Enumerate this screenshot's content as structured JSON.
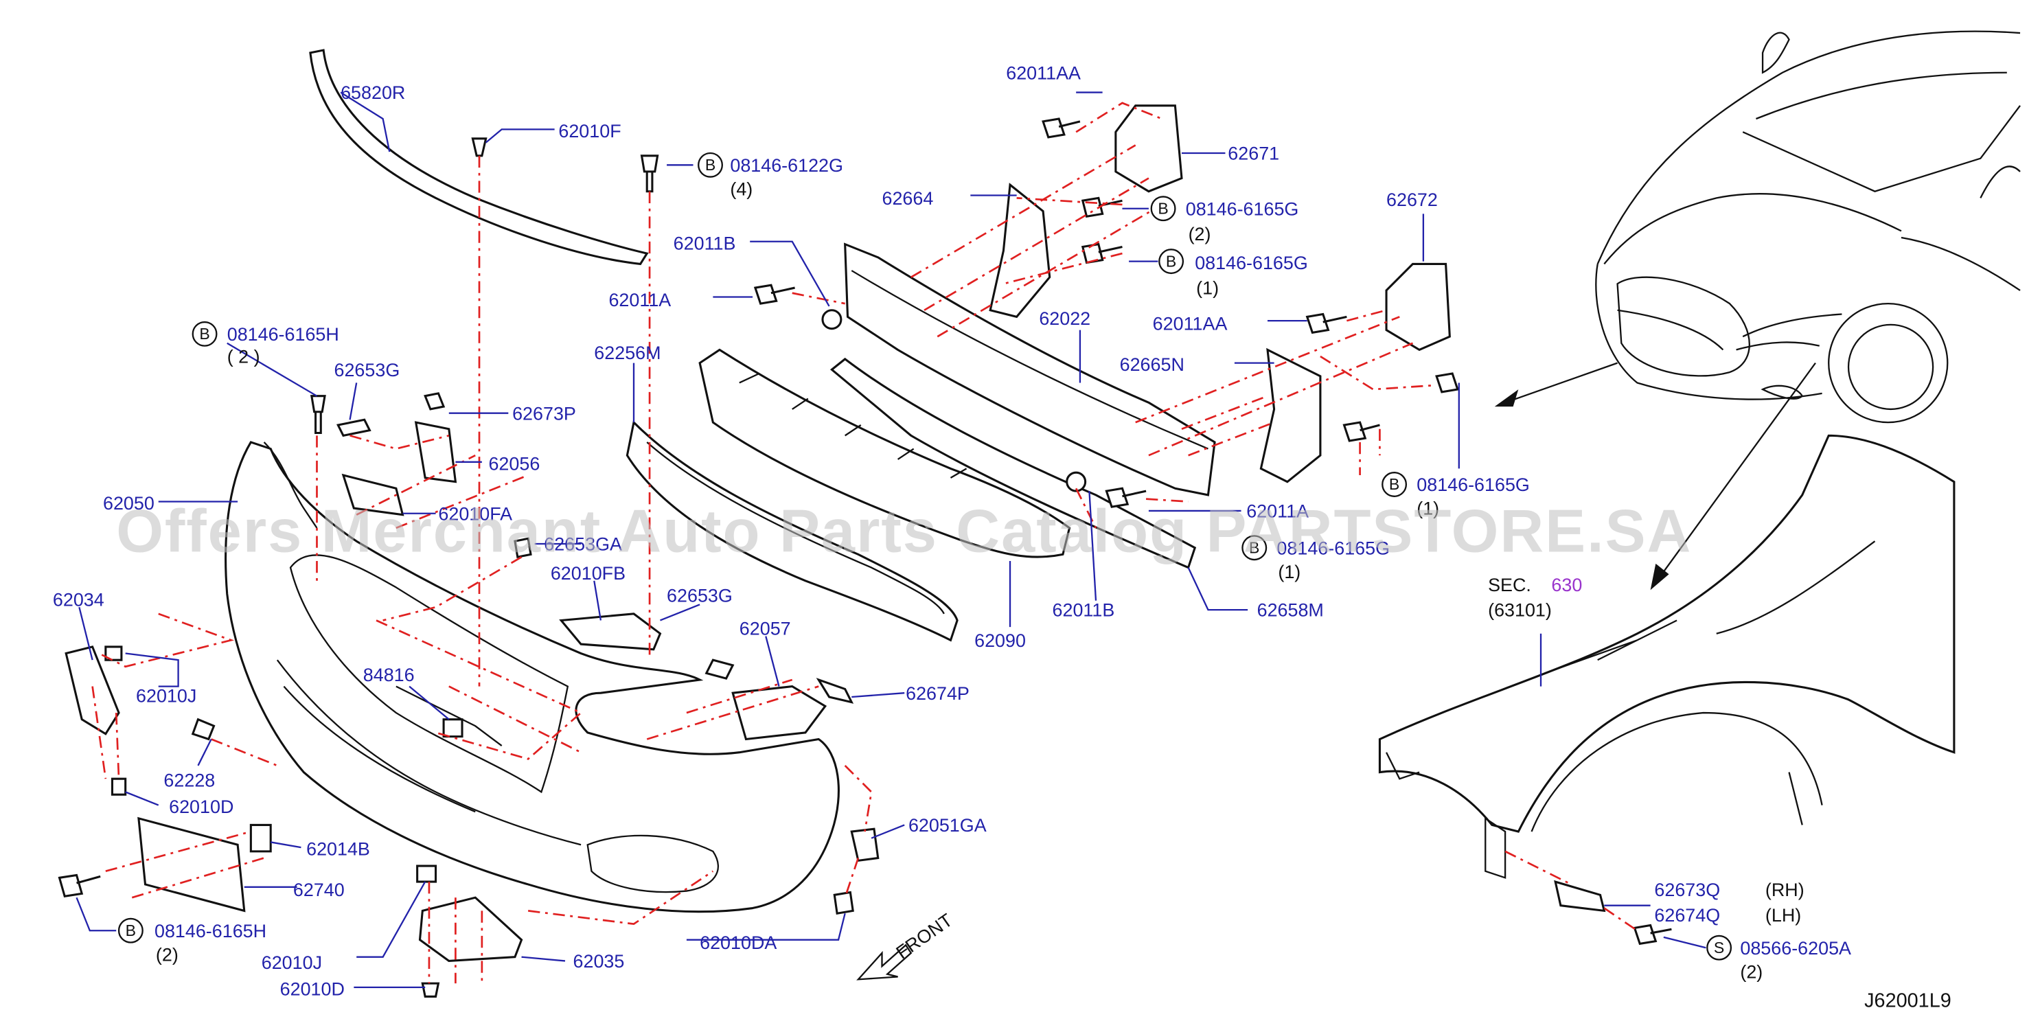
{
  "watermark": "Offers Merchant Auto Parts Catalog PARTSTORE.SA",
  "diagram_id": "J62001L9",
  "symbols": {
    "bolt_b": "B",
    "screw_s": "S"
  },
  "front_label": "FRONT",
  "section_ref": {
    "prefix": "SEC.",
    "number": "630",
    "sub": "(63101)"
  },
  "colors": {
    "label": "#2222aa",
    "leader": "#e02020",
    "section_number": "#9933cc"
  },
  "labels": {
    "p65820R": "65820R",
    "p62010F": "62010F",
    "p08146_6122G": "08146-6122G",
    "q4": "(4)",
    "p62011AA_top": "62011AA",
    "p62671": "62671",
    "p62664": "62664",
    "p08146_6165G_a": "08146-6165G",
    "q2_a": "(2)",
    "p62011B_top": "62011B",
    "p08146_6165G_b": "08146-6165G",
    "q1_b": "(1)",
    "p62672": "62672",
    "p62011A_top": "62011A",
    "p62022": "62022",
    "p62011AA_r": "62011AA",
    "p08146_6165H_top": "08146-6165H",
    "q2_h": "( 2 )",
    "p62256M": "62256M",
    "p62665N": "62665N",
    "p62653G_top": "62653G",
    "p62673P": "62673P",
    "p62056": "62056",
    "p08146_6165G_c": "08146-6165G",
    "q1_c": "(1)",
    "p62050": "62050",
    "p62010FA": "62010FA",
    "p62011A_mid": "62011A",
    "p62653GA": "62653GA",
    "p08146_6165G_d": "08146-6165G",
    "q1_d": "(1)",
    "p62010FB": "62010FB",
    "p62034": "62034",
    "p62653G_mid": "62653G",
    "p62011B_mid": "62011B",
    "p62658M": "62658M",
    "p62057": "62057",
    "p62090": "62090",
    "p62010J_l": "62010J",
    "p84816": "84816",
    "p62674P": "62674P",
    "p62228": "62228",
    "p62010D_l": "62010D",
    "p62014B": "62014B",
    "p62051GA": "62051GA",
    "p62740": "62740",
    "p08146_6165H_bot": "08146-6165H",
    "q2_hb": "(2)",
    "p62010DA": "62010DA",
    "p62010J_b": "62010J",
    "p62035": "62035",
    "p62010D_b": "62010D",
    "p62673Q": "62673Q",
    "rh": "(RH)",
    "p62674Q": "62674Q",
    "lh": "(LH)",
    "p08566_6205A": "08566-6205A",
    "q2_s": "(2)"
  }
}
